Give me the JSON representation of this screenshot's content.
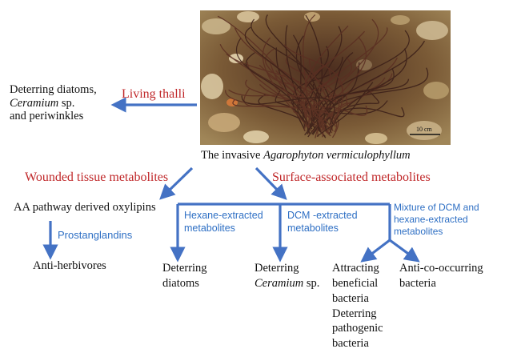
{
  "photo": {
    "scale_bar_label": "10 cm"
  },
  "caption": {
    "prefix": "The invasive ",
    "species": "Agarophyton vermiculophyllum"
  },
  "living_thalli": {
    "label": "Living thalli",
    "effect_line1": "Deterring diatoms,",
    "effect_line2_italic": "Ceramium",
    "effect_line2_rest": " sp.",
    "effect_line3": "and periwinkles"
  },
  "wounded": {
    "label": "Wounded tissue metabolites",
    "pathway": "AA pathway derived oxylipins",
    "sub_label": "Prostanglandins",
    "outcome": "Anti-herbivores"
  },
  "surface": {
    "label": "Surface-associated metabolites",
    "hexane": {
      "label_line1": "Hexane-extracted",
      "label_line2": "metabolites",
      "outcome_line1": "Deterring",
      "outcome_line2": "diatoms"
    },
    "dcm": {
      "label_line1": "DCM -extracted",
      "label_line2": "metabolites",
      "outcome_line1": "Deterring",
      "outcome_line2_italic": "Ceramium",
      "outcome_line2_rest": " sp."
    },
    "mixture": {
      "label_line1": "Mixture of DCM and",
      "label_line2": "hexane-extracted",
      "label_line3": "metabolites",
      "outcome_a": [
        "Attracting",
        "beneficial",
        "bacteria",
        "Deterring",
        "pathogenic",
        "bacteria"
      ],
      "outcome_b": [
        "Anti-co-occurring",
        "bacteria"
      ]
    }
  },
  "colors": {
    "arrow": "#4472c4",
    "red_label": "#c0282a",
    "blue_label": "#2e6fc4"
  }
}
